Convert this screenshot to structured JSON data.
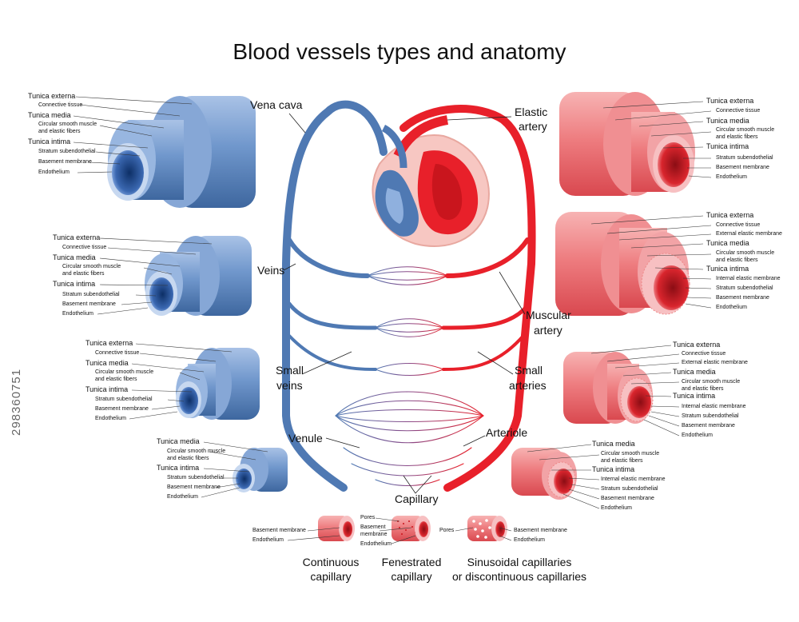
{
  "title": "Blood vessels types and anatomy",
  "colors": {
    "vein": "#4f79b3",
    "vein_light": "#8fb0de",
    "artery": "#e8202a",
    "artery_light": "#f0808a",
    "capillary": "#8a4a88"
  },
  "circulation_labels": {
    "vena_cava": "Vena cava",
    "elastic_artery": [
      "Elastic",
      "artery"
    ],
    "veins": "Veins",
    "muscular_artery": [
      "Muscular",
      "artery"
    ],
    "small_veins": [
      "Small",
      "veins"
    ],
    "small_arteries": [
      "Small",
      "arteries"
    ],
    "venule": "Venule",
    "arteriole": "Arteriole",
    "capillary": "Capillary"
  },
  "vein_layers": [
    [
      "Tunica externa",
      "Connective tissue",
      "Tunica media",
      "Circular smooth muscle",
      "and elastic fibers",
      "Tunica intima",
      "Stratum subendothelial",
      "Basement membrane",
      "Endothelium"
    ],
    [
      "Tunica externa",
      "Connective tissue",
      "Tunica media",
      "Circular smooth muscle",
      "and elastic fibers",
      "Tunica intima",
      "Stratum subendothelial",
      "Basement membrane",
      "Endothelium"
    ],
    [
      "Tunica externa",
      "Connective tissue",
      "Tunica media",
      "Circular smooth muscle",
      "and elastic fibers",
      "Tunica intima",
      "Stratum subendothelial",
      "Basement membrane",
      "Endothelium"
    ],
    [
      "Tunica media",
      "Circular smooth muscle",
      "and elastic fibers",
      "Tunica intima",
      "Stratum subendothelial",
      "Basement membrane",
      "Endothelium"
    ]
  ],
  "artery_layers": [
    [
      "Tunica externa",
      "Connective tissue",
      "Tunica media",
      "Circular smooth muscle",
      "and elastic fibers",
      "Tunica intima",
      "Stratum subendothelial",
      "Basement membrane",
      "Endothelium"
    ],
    [
      "Tunica externa",
      "Connective tissue",
      "External elastic membrane",
      "Tunica media",
      "Circular smooth muscle",
      "and elastic fibers",
      "Tunica intima",
      "Internal elastic membrane",
      "Stratum subendothelial",
      "Basement membrane",
      "Endothelium"
    ],
    [
      "Tunica externa",
      "Connective tissue",
      "External elastic membrane",
      "Tunica media",
      "Circular smooth muscle",
      "and elastic fibers",
      "Tunica intima",
      "Internal elastic membrane",
      "Stratum subendothelial",
      "Basement membrane",
      "Endothelium"
    ],
    [
      "Tunica media",
      "Circular smooth muscle",
      "and elastic fibers",
      "Tunica intima",
      "Internal elastic membrane",
      "Stratum subendothelial",
      "Basement membrane",
      "Endothelium"
    ]
  ],
  "capillaries": {
    "continuous": {
      "labels": [
        "Basement membrane",
        "Endothelium"
      ],
      "caption": [
        "Continuous",
        "capillary"
      ]
    },
    "fenestrated": {
      "labels": [
        "Pores",
        "Basement",
        "membrane",
        "Endothelium"
      ],
      "caption": [
        "Fenestrated",
        "capillary"
      ]
    },
    "sinusoidal": {
      "labels": [
        "Pores",
        "Basement membrane",
        "Endothelium"
      ],
      "caption": [
        "Sinusoidal capillaries",
        "or discontinuous capillaries"
      ]
    }
  },
  "watermark": "298360751"
}
